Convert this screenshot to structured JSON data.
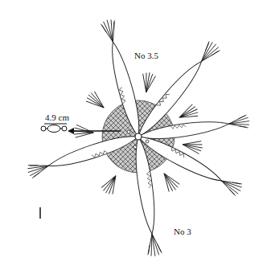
{
  "diagram": {
    "labels": [
      "No 3.5",
      "4.9 cm",
      "No 3"
    ]
  }
}
